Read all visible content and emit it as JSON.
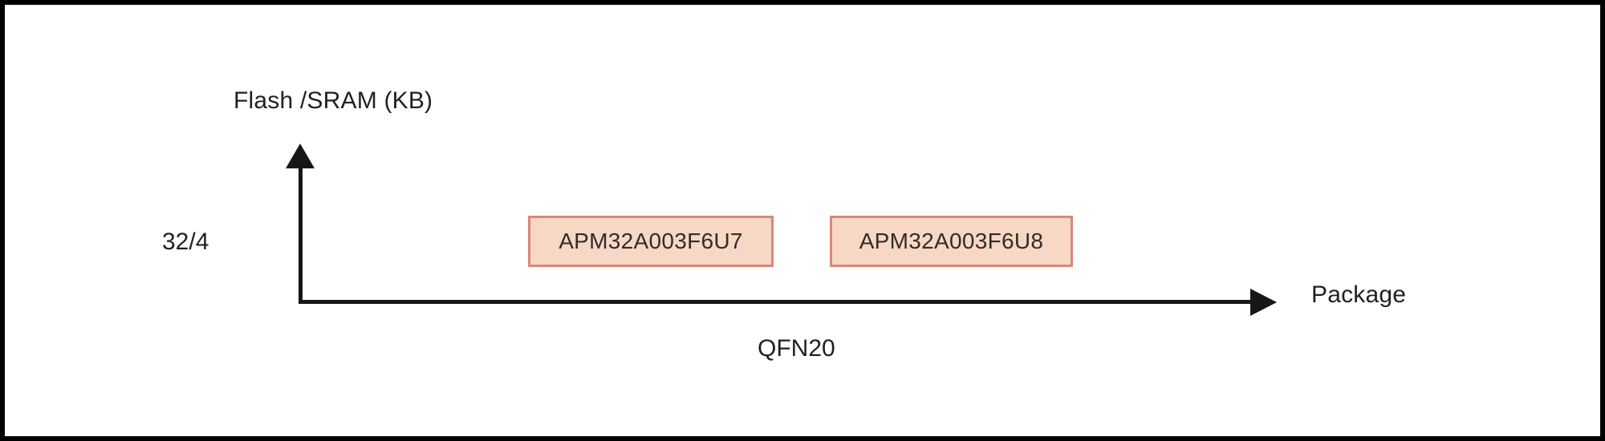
{
  "chart_data": {
    "type": "diagram",
    "title": "",
    "xlabel": "Package",
    "ylabel": "Flash /SRAM (KB)",
    "x_tick_labels": [
      "QFN20"
    ],
    "y_tick_labels": [
      "32/4"
    ],
    "grid": false,
    "legend": null,
    "categories": [
      "QFN20"
    ],
    "series": [
      {
        "name": "32/4",
        "y_value": "32/4",
        "items": [
          {
            "label": "APM32A003F6U7",
            "package": "QFN20",
            "flash_sram": "32/4"
          },
          {
            "label": "APM32A003F6U8",
            "package": "QFN20",
            "flash_sram": "32/4"
          }
        ]
      }
    ],
    "colors": {
      "box_fill": "#f6d8c5",
      "box_border": "#d9877a",
      "box_text": "#332b2b",
      "axis": "#17171a",
      "axis_text": "#231f20",
      "canvas": "#ffffff",
      "frame": "#000000"
    }
  },
  "axes": {
    "y_label": "Flash /SRAM (KB)",
    "x_label": "Package",
    "y_tick": "32/4",
    "x_tick": "QFN20",
    "y_arrow_icon": "arrow-up-icon",
    "x_arrow_icon": "arrow-right-icon"
  },
  "boxes": [
    {
      "label": "APM32A003F6U7"
    },
    {
      "label": "APM32A003F6U8"
    }
  ]
}
